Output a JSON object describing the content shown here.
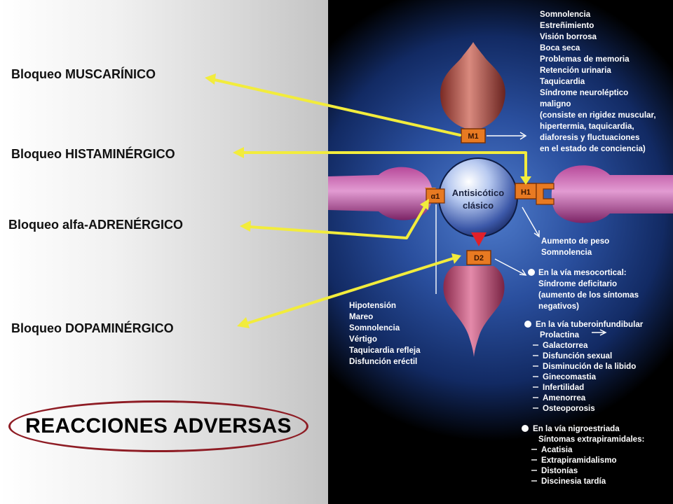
{
  "labels": {
    "muscarinico": "Bloqueo MUSCARÍNICO",
    "histaminergico": "Bloqueo HISTAMINÉRGICO",
    "alfa_adrenergico": "Bloqueo alfa-ADRENÉRGICO",
    "dopaminergico": "Bloqueo DOPAMINÉRGICO"
  },
  "title": "REACCIONES ADVERSAS",
  "center": {
    "line1": "Antisicótico",
    "line2": "clásico"
  },
  "receptors": {
    "m1": "M1",
    "h1": "H1",
    "d2": "D2",
    "a1": "α1"
  },
  "effects": {
    "m1": [
      "Somnolencia",
      "Estreñimiento",
      "Visión borrosa",
      "Boca seca",
      "Problemas de memoria",
      "Retención urinaria",
      "Taquicardia",
      "Síndrome neuroléptico",
      "maligno",
      "(consiste en rigidez muscular,",
      "hipertermia, taquicardia,",
      "diaforesis y fluctuaciones",
      "en el estado de conciencia)"
    ],
    "h1": [
      "Aumento de peso",
      "Somnolencia"
    ],
    "a1": [
      "Hipotensión",
      "Mareo",
      "Somnolencia",
      "Vértigo",
      "Taquicardia refleja",
      "Disfunción eréctil"
    ],
    "d2_mesocortical": [
      "En la vía mesocortical:",
      "Síndrome deficitario",
      "(aumento de los síntomas",
      "negativos)"
    ],
    "d2_tuberoinfundibular": [
      "En la vía tuberoinfundibular",
      "Prolactina",
      "Galactorrea",
      "Disfunción sexual",
      "Disminución de la libido",
      "Ginecomastia",
      "Infertilidad",
      "Amenorrea",
      "Osteoporosis"
    ],
    "d2_nigroestriada": [
      "En la vía nigroestriada",
      "Síntomas extrapiramidales:",
      "Acatisia",
      "Extrapiramidalismo",
      "Distonías",
      "Discinesia tardía"
    ]
  },
  "colors": {
    "arrow": "#f2ec3c",
    "oval_border": "#8e1c24",
    "receptor_fill": "#e87a22",
    "d2_marker": "#e0202a"
  }
}
